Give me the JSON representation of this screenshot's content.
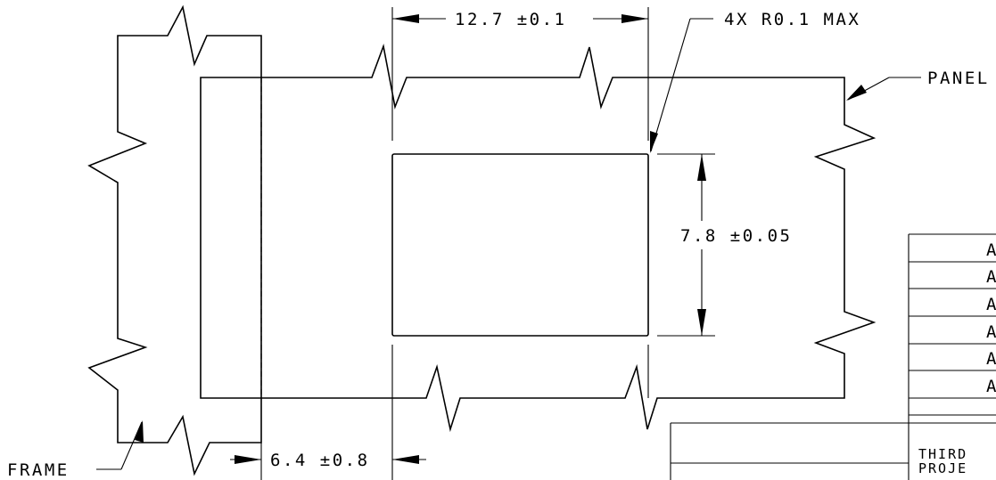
{
  "dimensions": {
    "cutout_width": "12.7 ±0.1",
    "cutout_height": "7.8 ±0.05",
    "corner_radius": "4X R0.1 MAX",
    "frame_offset": "6.4 ±0.8"
  },
  "callouts": {
    "panel": "PANEL",
    "frame": "FRAME"
  },
  "title_block": {
    "rows": [
      "A",
      "A",
      "A",
      "A",
      "A",
      "A"
    ],
    "projection_line1": "THIRD",
    "projection_line2": "PROJE"
  }
}
